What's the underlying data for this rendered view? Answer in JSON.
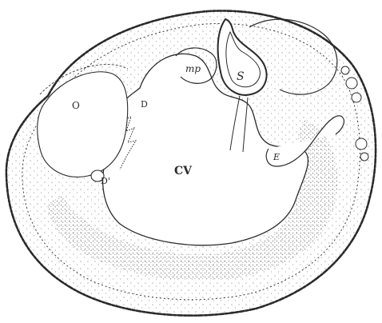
{
  "labels": {
    "o": "O",
    "d": "D",
    "d_prime": "D'",
    "cv": "CV",
    "mp": "mp",
    "s": "S",
    "e": "E"
  },
  "colors": {
    "ink": "#2a2a2a",
    "paper": "#ffffff"
  }
}
